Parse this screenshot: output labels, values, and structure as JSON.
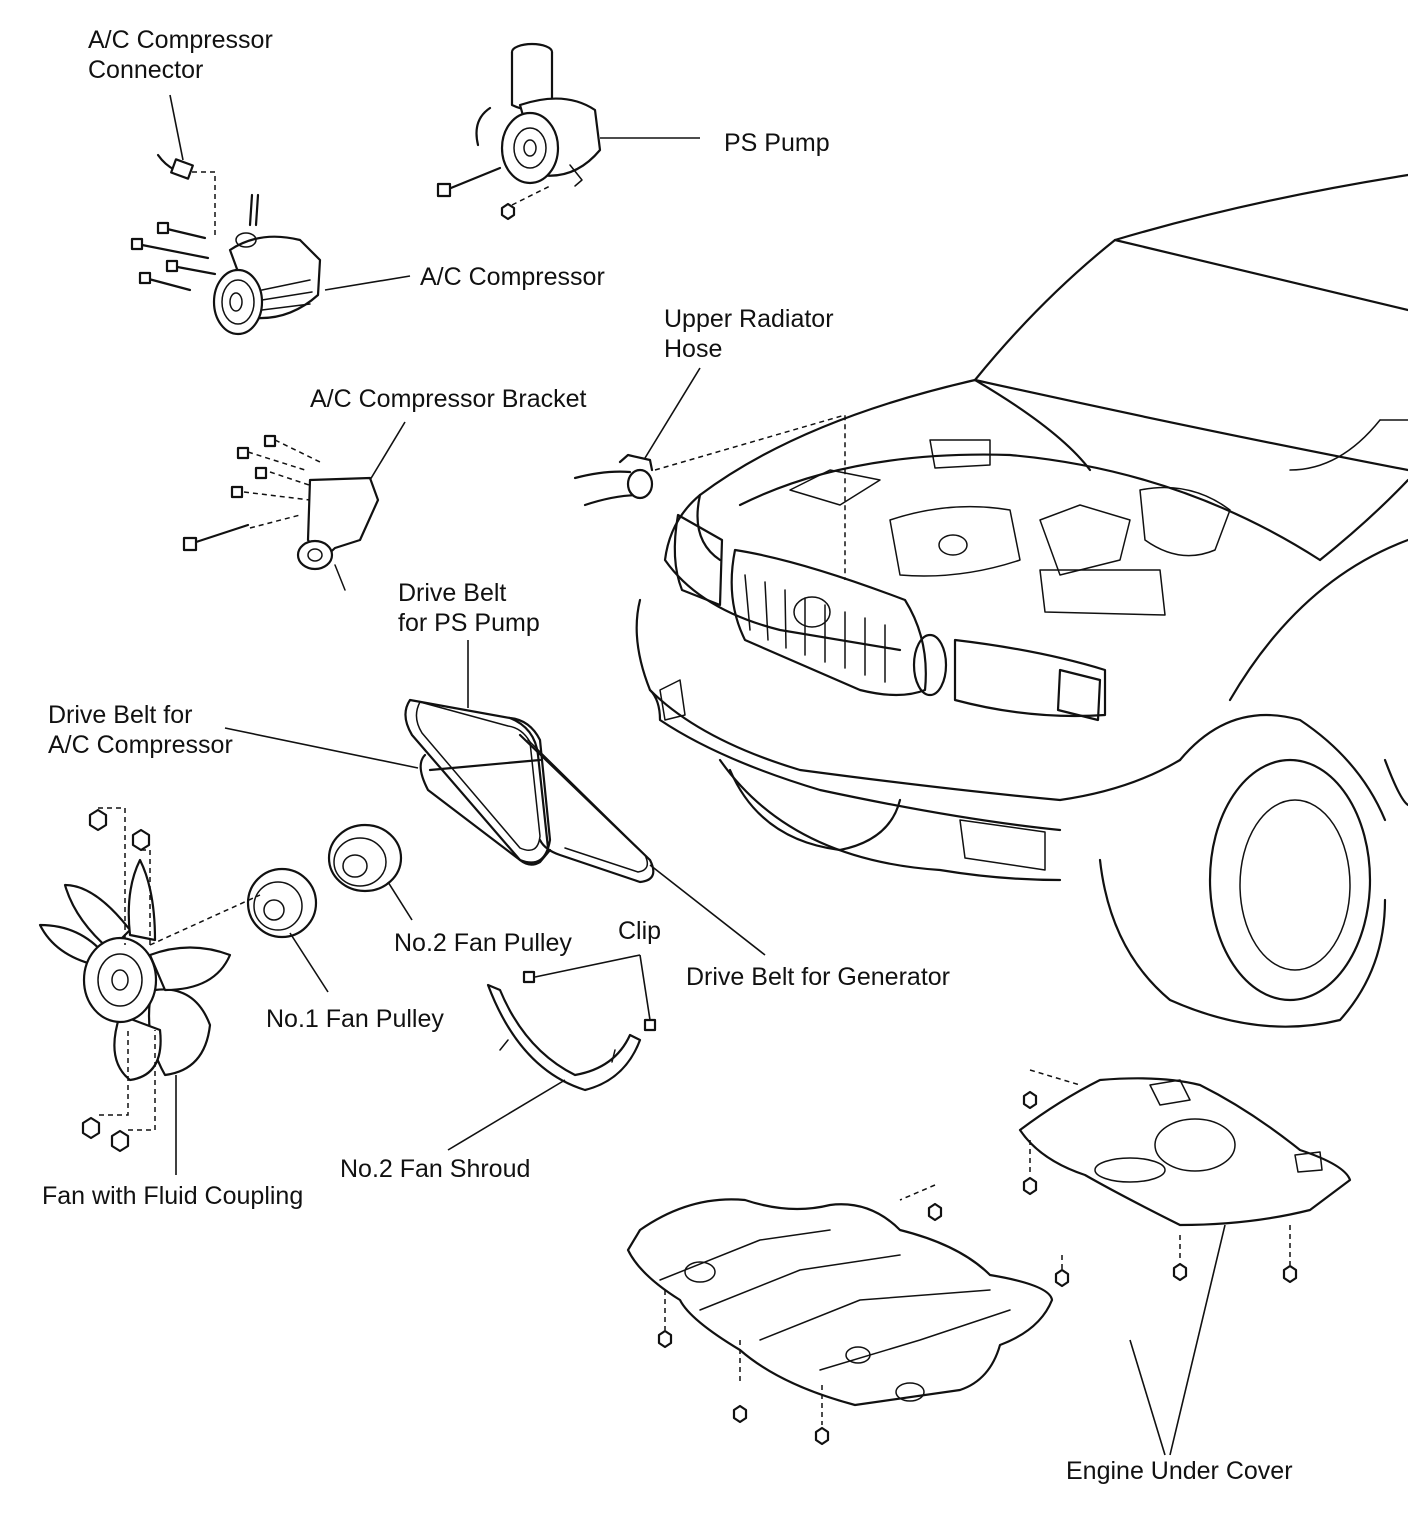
{
  "labels": {
    "ac_connector": [
      "A/C Compressor",
      "Connector"
    ],
    "ps_pump": "PS Pump",
    "ac_compressor": "A/C Compressor",
    "upper_radiator_hose": [
      "Upper Radiator",
      "Hose"
    ],
    "ac_bracket": "A/C Compressor Bracket",
    "drive_belt_ps": [
      "Drive Belt",
      "for PS Pump"
    ],
    "drive_belt_ac": [
      "Drive Belt for",
      "A/C Compressor"
    ],
    "no2_fan_pulley": "No.2 Fan Pulley",
    "clip": "Clip",
    "drive_belt_generator": "Drive Belt for Generator",
    "no1_fan_pulley": "No.1 Fan Pulley",
    "no2_fan_shroud": "No.2 Fan Shroud",
    "fan_fluid_coupling": "Fan with Fluid Coupling",
    "engine_under_cover": "Engine Under Cover"
  }
}
